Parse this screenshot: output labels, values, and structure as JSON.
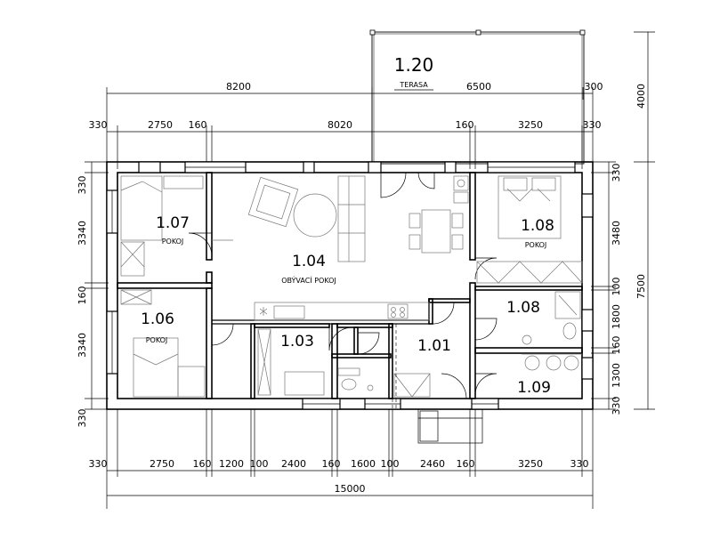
{
  "terrace": {
    "number": "1.20",
    "name": "TERASA"
  },
  "rooms": [
    {
      "id": "1.07",
      "number": "1.07",
      "name": "POKOJ"
    },
    {
      "id": "1.04",
      "number": "1.04",
      "name": "OBÝVACÍ POKOJ"
    },
    {
      "id": "1.08a",
      "number": "1.08",
      "name": "POKOJ"
    },
    {
      "id": "1.06",
      "number": "1.06",
      "name": "POKOJ"
    },
    {
      "id": "1.03",
      "number": "1.03",
      "name": ""
    },
    {
      "id": "1.01",
      "number": "1.01",
      "name": ""
    },
    {
      "id": "1.08b",
      "number": "1.08",
      "name": ""
    },
    {
      "id": "1.09",
      "number": "1.09",
      "name": ""
    }
  ],
  "dimensions": {
    "top_row1": [
      "8200",
      "6500",
      "300"
    ],
    "top_row2": [
      "330",
      "2750",
      "160",
      "8020",
      "160",
      "3250",
      "330"
    ],
    "bottom_row1": [
      "330",
      "2750",
      "160",
      "1200",
      "100",
      "2400",
      "160",
      "1600",
      "100",
      "2460",
      "160",
      "3250",
      "330"
    ],
    "bottom_total": "15000",
    "left": [
      "330",
      "3340",
      "160",
      "3340",
      "330"
    ],
    "right_inner": [
      "330",
      "3480",
      "100",
      "1800",
      "160",
      "1300",
      "330"
    ],
    "right_outer": [
      "4000",
      "7500"
    ]
  }
}
